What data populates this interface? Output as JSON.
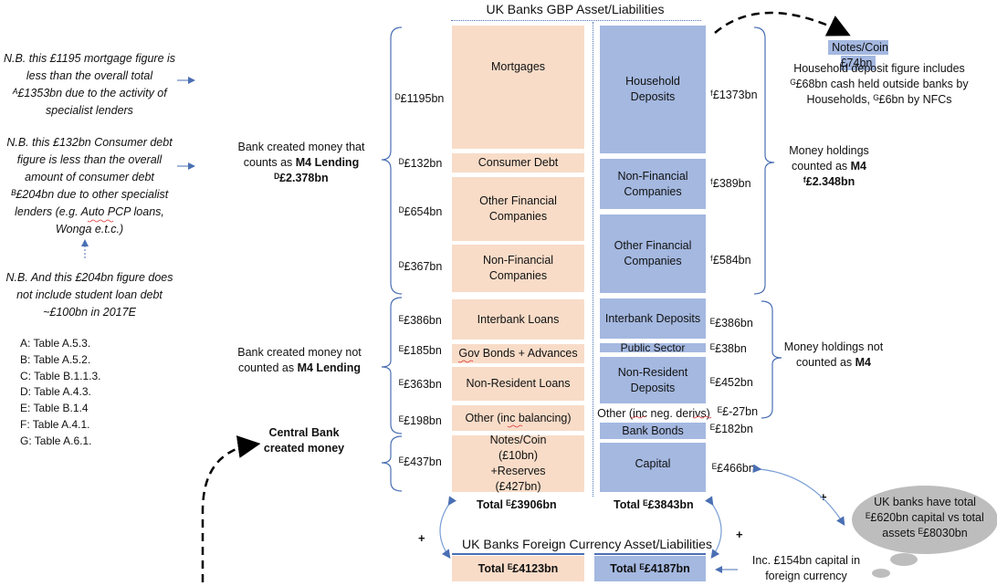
{
  "title": "UK Banks GBP Asset/Liabilities",
  "left_notes": [
    "N.B. this £1195 mortgage figure is less than the overall total ᴬ£1353bn due to the activity of specialist lenders",
    "N.B. this £132bn Consumer debt figure is less than the overall amount of consumer debt ᴮ£204bn due to other specialist lenders (e.g. Auto PCP loans, Wonga e.t.c.)",
    "N.B. And this £204bn figure does not include student loan debt ~£100bn in 2017E"
  ],
  "sources": [
    "A: Table A.5.3.",
    "B: Table A.5.2.",
    "C: Table B.1.1.3.",
    "D: Table A.4.3.",
    "E: Table B.1.4",
    "F: Table A.4.1.",
    "G: Table A.6.1."
  ],
  "groups": {
    "m4_lending_l1": "Bank created money that",
    "m4_lending_l2a": "counts as ",
    "m4_lending_l2b": "M4 Lending",
    "m4_lending_l3": "ᴰ£2.378bn",
    "not_m4_l1": "Bank created money not",
    "not_m4_l2a": "counted as ",
    "not_m4_l2b": "M4 Lending",
    "cb_l1": "Central Bank",
    "cb_l2": "created money",
    "m4_hold_l1": "Money holdings",
    "m4_hold_l2a": "counted as ",
    "m4_hold_l2b": "M4",
    "m4_hold_l3": "ᶠ£2.348bn",
    "not_m4_hold_l1": "Money holdings not",
    "not_m4_hold_l2a": "counted as ",
    "not_m4_hold_l2b": "M4"
  },
  "assets": [
    {
      "value": "ᴰ£1195bn",
      "label": "Mortgages"
    },
    {
      "value": "ᴰ£132bn",
      "label": "Consumer Debt"
    },
    {
      "value": "ᴰ£654bn",
      "label": "Other Financial Companies"
    },
    {
      "value": "ᴰ£367bn",
      "label": "Non-Financial Companies"
    },
    {
      "value": "ᴱ£386bn",
      "label": "Interbank Loans"
    },
    {
      "value": "ᴱ£185bn",
      "label": "Gov Bonds + Advances"
    },
    {
      "value": "ᴱ£363bn",
      "label": "Non-Resident Loans"
    },
    {
      "value": "ᴱ£198bn",
      "label": "Other (inc balancing)"
    },
    {
      "value": "ᴱ£437bn",
      "label": "Notes/Coin (£10bn) +Reserves (£427bn)"
    }
  ],
  "liabilities": [
    {
      "value": "ᶠ£1373bn",
      "label": "Household Deposits"
    },
    {
      "value": "ᶠ£389bn",
      "label": "Non-Financial Companies"
    },
    {
      "value": "ᶠ£584bn",
      "label": "Other Financial Companies"
    },
    {
      "value": "ᴱ£386bn",
      "label": "Interbank Deposits"
    },
    {
      "value": "ᴱ£38bn",
      "label": "Public Sector"
    },
    {
      "value": "ᴱ£452bn",
      "label": "Non-Resident Deposits"
    },
    {
      "value": "ᴱ£-27bn",
      "label": "Other (inc neg. derivs)"
    },
    {
      "value": "ᴱ£182bn",
      "label": "Bank Bonds"
    },
    {
      "value": "ᴱ£466bn",
      "label": "Capital"
    }
  ],
  "totals": {
    "assets": "Total ᴱ£3906bn",
    "liabilities": "Total ᴱ£3843bn",
    "fx_assets": "Total ᴱ£4123bn",
    "fx_liabilities": "Total ᴱ£4187bn"
  },
  "fx_title": "UK Banks Foreign Currency Asset/Liabilities",
  "right_notes": {
    "notes_coin": "Notes/Coin £74bn",
    "household_l1": "Household deposit figure includes",
    "household_l2": "ᴳ£68bn cash held outside banks by",
    "household_l3": "Households, ᴳ£6bn by NFCs",
    "fx_capital_l1": "Inc. £154bn capital in",
    "fx_capital_l2": "foreign currency",
    "cloud_l1": "UK banks have total",
    "cloud_l2": "ᴱ£620bn capital vs total",
    "cloud_l3": "assets ᴱ£8030bn",
    "plus": "+"
  }
}
